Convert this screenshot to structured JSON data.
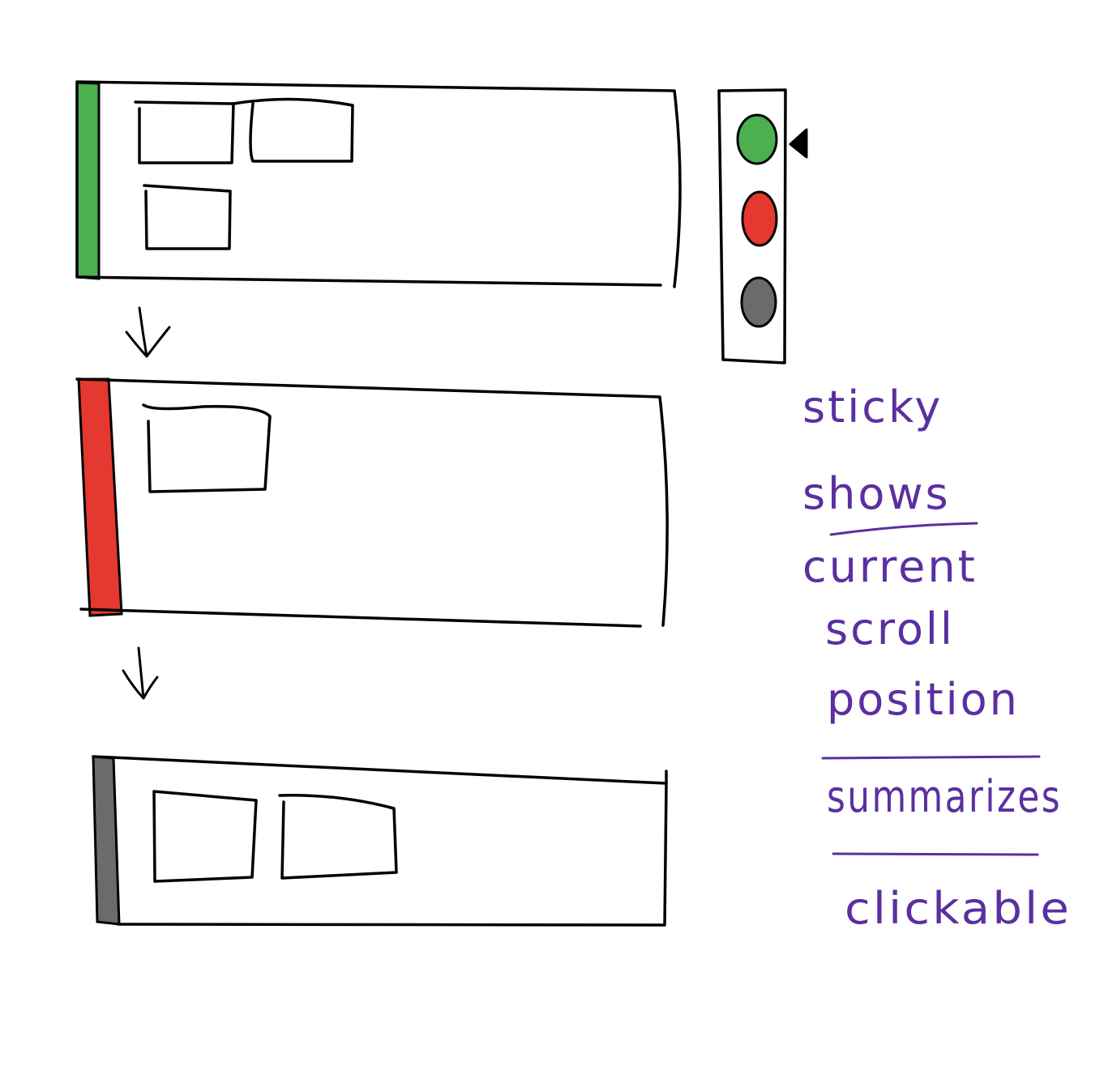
{
  "colors": {
    "ink": "#000000",
    "note_ink": "#5b2fa0",
    "status_green": "#4caf50",
    "status_red": "#e53830",
    "status_gray": "#6b6b6b"
  },
  "panels": [
    {
      "status_color_key": "status_green",
      "card_count": 3
    },
    {
      "status_color_key": "status_red",
      "card_count": 1
    },
    {
      "status_color_key": "status_gray",
      "card_count": 2
    }
  ],
  "indicator": {
    "lights": [
      "status_green",
      "status_red",
      "status_gray"
    ],
    "active_light": "status_green",
    "pointer_icon": "triangle-pointer-icon"
  },
  "notes": {
    "line1": "sticky",
    "line2": "shows",
    "line3": "current",
    "line4": "scroll",
    "line5": "position",
    "line6": "summarizes",
    "line7": "clickable"
  }
}
